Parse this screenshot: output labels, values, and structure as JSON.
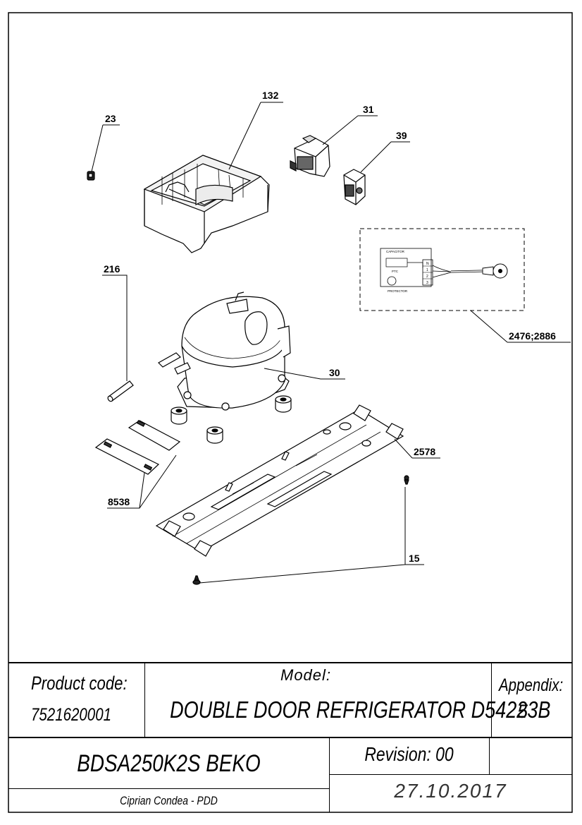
{
  "callouts": {
    "c132": "132",
    "c23": "23",
    "c31": "31",
    "c39": "39",
    "c216": "216",
    "c30": "30",
    "c2476": "2476;2886",
    "c2578": "2578",
    "c8538": "8538",
    "c15": "15"
  },
  "wiring": {
    "capacitor": "CAPACITOR",
    "ptc": "PTC",
    "protector": "PROTECTOR",
    "term_n": "N",
    "term_1": "1",
    "term_2": "2",
    "term_3": "3"
  },
  "title_block": {
    "product_code_label": "Product code:",
    "product_code_value": "7521620001",
    "model_label": "Model:",
    "model_value": "DOUBLE DOOR REFRIGERATOR D54223B",
    "appendix_label": "Appendix:",
    "appendix_value": "5",
    "model_code": "BDSA250K2S BEKO",
    "revision": "Revision: 00",
    "author": "Ciprian Condea - PDD",
    "date": "27.10.2017"
  }
}
